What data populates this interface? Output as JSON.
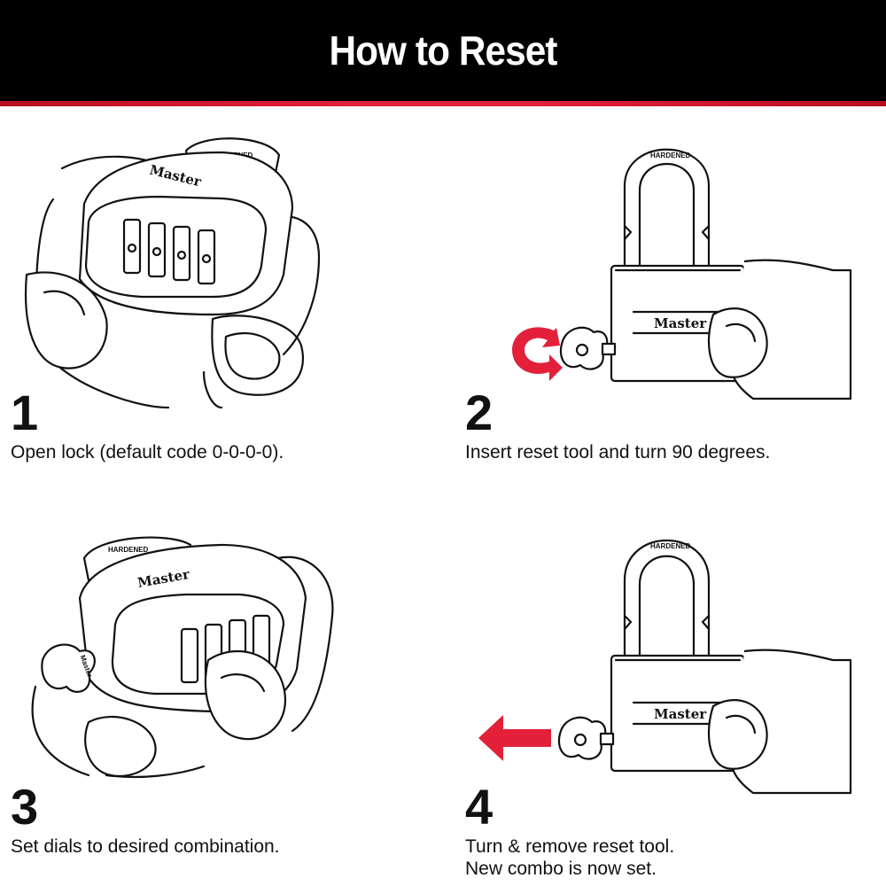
{
  "header": {
    "title": "How to Reset"
  },
  "brand": {
    "name": "Master",
    "shackle_stamp": "HARDENED"
  },
  "colors": {
    "header_bg": "#000000",
    "accent_red": "#e3203a",
    "text": "#111111"
  },
  "steps": [
    {
      "number": "1",
      "text": "Open lock (default code 0-0-0-0).",
      "text2": ""
    },
    {
      "number": "2",
      "text": "Insert reset tool and turn 90 degrees.",
      "text2": ""
    },
    {
      "number": "3",
      "text": "Set dials to desired combination.",
      "text2": ""
    },
    {
      "number": "4",
      "text": "Turn & remove reset tool.",
      "text2": "New combo is now set."
    }
  ]
}
